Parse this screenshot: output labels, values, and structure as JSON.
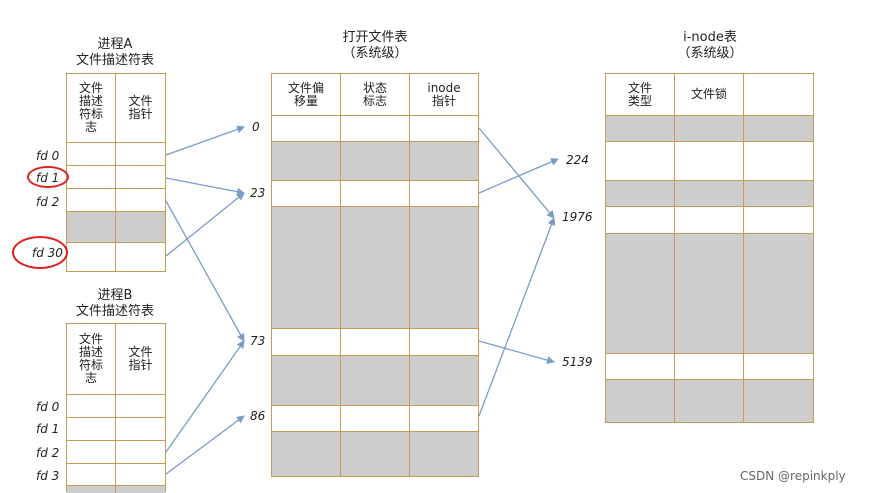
{
  "processA": {
    "title_line1": "进程A",
    "title_line2": "文件描述符表",
    "col1": "文件\n描述\n符标\n志",
    "col2": "文件\n指针",
    "fd_labels": [
      "fd 0",
      "fd 1",
      "fd 2",
      "fd 30"
    ]
  },
  "processB": {
    "title_line1": "进程B",
    "title_line2": "文件描述符表",
    "col1": "文件\n描述\n符标\n志",
    "col2": "文件\n指针",
    "fd_labels": [
      "fd 0",
      "fd 1",
      "fd 2",
      "fd 3"
    ]
  },
  "open_file_table": {
    "title_line1": "打开文件表",
    "title_line2": "（系统级）",
    "columns": [
      "文件偏\n移量",
      "状态\n标志",
      "inode\n指针"
    ],
    "entry_labels": [
      "0",
      "23",
      "73",
      "86"
    ]
  },
  "inode_table": {
    "title_line1": "i-node表",
    "title_line2": "（系统级）",
    "columns": [
      "文件\n类型",
      "文件锁",
      ""
    ],
    "entry_labels": [
      "224",
      "1976",
      "5139"
    ]
  },
  "watermark": "CSDN @repinkply",
  "colors": {
    "border": "#c89a5c",
    "gray_row": "#cdcdcd",
    "arrow": "#7a9cc8",
    "highlight": "#e02020"
  }
}
